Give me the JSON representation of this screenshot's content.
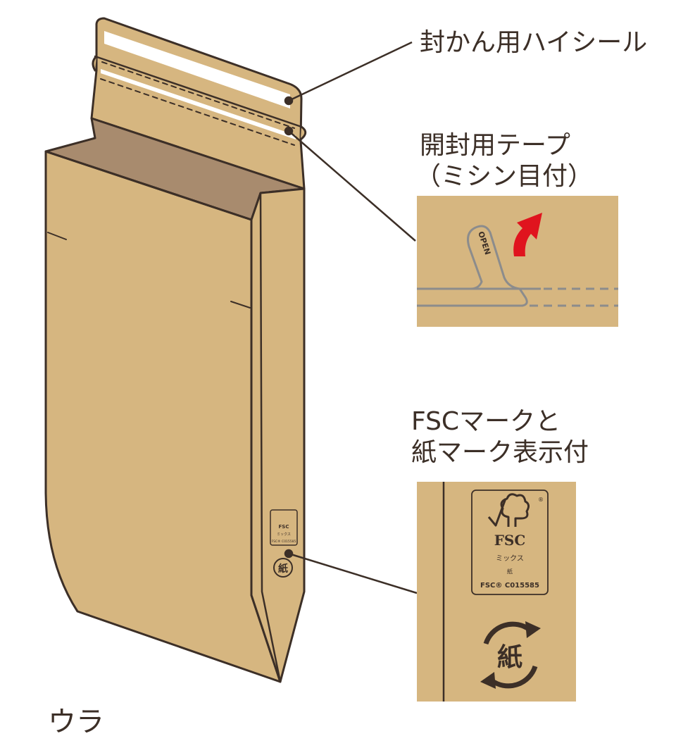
{
  "labels": {
    "high_seal": "封かん用ハイシール",
    "tape_line1": "開封用テープ",
    "tape_line2": "（ミシン目付）",
    "fsc_line1": "FSCマークと",
    "fsc_line2": "紙マーク表示付",
    "back": "ウラ"
  },
  "detail_open": {
    "open_text": "OPEN"
  },
  "fsc_mark": {
    "brand": "FSC",
    "mix": "ミックス",
    "paper": "紙",
    "license": "FSC® C015585",
    "registered": "®"
  },
  "paper_mark": {
    "kanji": "紙"
  },
  "colors": {
    "kraft": "#d6b680",
    "kraft_inner": "#a88b6e",
    "outline": "#3c2f27",
    "arrow_red": "#e0141e",
    "seal_white": "#ffffff",
    "tape_gray": "#8c8c8c"
  }
}
